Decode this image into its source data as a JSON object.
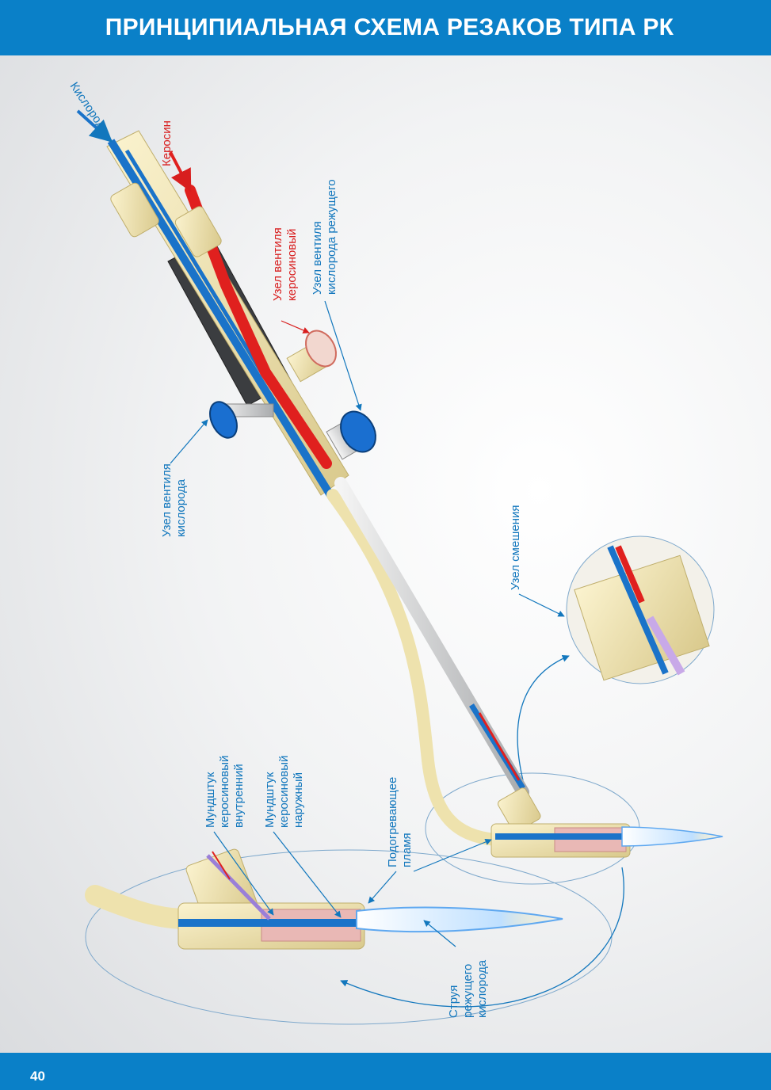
{
  "header": {
    "title": "ПРИНЦИПИАЛЬНАЯ СХЕМА РЕЗАКОВ ТИПА РК"
  },
  "footer": {
    "page_number": "40"
  },
  "labels": {
    "oxygen_in": "Кислород",
    "kerosene_in": "Керосин",
    "kerosene_valve": [
      "Узел вентиля",
      "керосиновый"
    ],
    "cutting_oxygen_valve": [
      "Узел вентиля",
      "кислорода режущего"
    ],
    "oxygen_valve": [
      "Узел вентиля",
      "кислорода"
    ],
    "mixing_unit": "Узел смешения",
    "inner_nozzle": [
      "Мундштук",
      "керосиновый",
      "внутренний"
    ],
    "outer_nozzle": [
      "Мундштук",
      "керосиновый",
      "наружный"
    ],
    "preheat_flame": [
      "Подогревающее",
      "пламя"
    ],
    "cutting_jet": [
      "Струя",
      "режущего",
      "кислорода"
    ]
  },
  "colors": {
    "header": "#0a80c8",
    "oxygen": "#1a73c9",
    "kerosene": "#e0201e",
    "brass": "#efe3b0",
    "label_blue": "#1277bd",
    "label_red": "#d81e1e"
  }
}
